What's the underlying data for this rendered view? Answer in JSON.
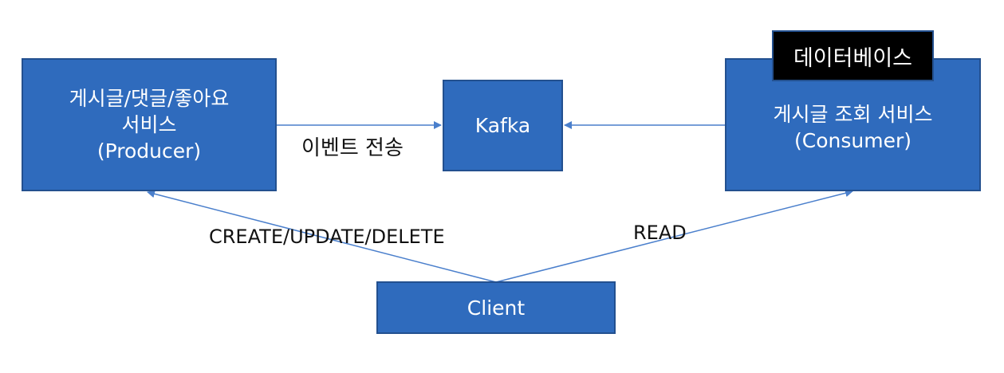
{
  "nodes": {
    "producer": {
      "line1": "게시글/댓글/좋아요",
      "line2": "서비스",
      "line3": "(Producer)"
    },
    "kafka": {
      "label": "Kafka"
    },
    "consumer": {
      "line1": "게시글 조회 서비스",
      "line2": "(Consumer)",
      "badge": "데이터베이스"
    },
    "client": {
      "label": "Client"
    }
  },
  "edges": {
    "producer_to_kafka": "이벤트 전송",
    "client_to_producer": "CREATE/UPDATE/DELETE",
    "client_to_consumer": "READ"
  },
  "colors": {
    "box_fill": "#2f6bbd",
    "box_border": "#23508f",
    "arrow": "#4a7fcc",
    "badge_fill": "#000000"
  }
}
